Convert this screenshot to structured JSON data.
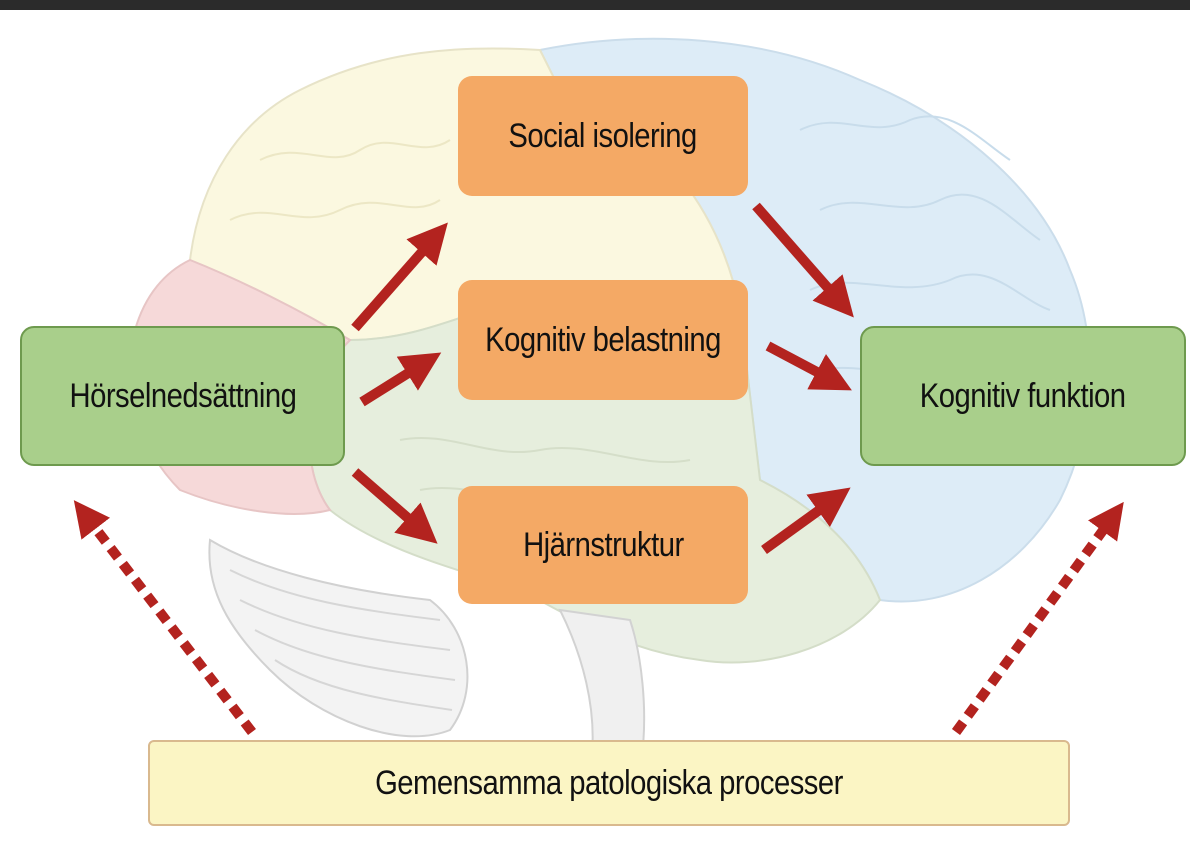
{
  "diagram": {
    "nodes": {
      "hearing_loss": "Hörselnedsättning",
      "social_isolation": "Social isolering",
      "cognitive_load": "Kognitiv belastning",
      "brain_structure": "Hjärnstruktur",
      "cognitive_function": "Kognitiv funktion",
      "common_pathology": "Gemensamma patologiska processer"
    },
    "edges": [
      {
        "from": "hearing_loss",
        "to": "social_isolation",
        "style": "solid"
      },
      {
        "from": "hearing_loss",
        "to": "cognitive_load",
        "style": "solid"
      },
      {
        "from": "hearing_loss",
        "to": "brain_structure",
        "style": "solid"
      },
      {
        "from": "social_isolation",
        "to": "cognitive_function",
        "style": "solid"
      },
      {
        "from": "cognitive_load",
        "to": "cognitive_function",
        "style": "solid"
      },
      {
        "from": "brain_structure",
        "to": "cognitive_function",
        "style": "solid"
      },
      {
        "from": "common_pathology",
        "to": "hearing_loss",
        "style": "dotted"
      },
      {
        "from": "common_pathology",
        "to": "cognitive_function",
        "style": "dotted"
      }
    ],
    "colors": {
      "outcome_box": "#a9cf8b",
      "mediator_box": "#f4a965",
      "pathology_box": "#fbf5c4",
      "arrow": "#b3231f",
      "brain_frontal": "#fbf8df",
      "brain_parietal": "#dcecf7",
      "brain_temporal": "#e5eedc",
      "brain_occipital": "#f6d8d8"
    }
  }
}
